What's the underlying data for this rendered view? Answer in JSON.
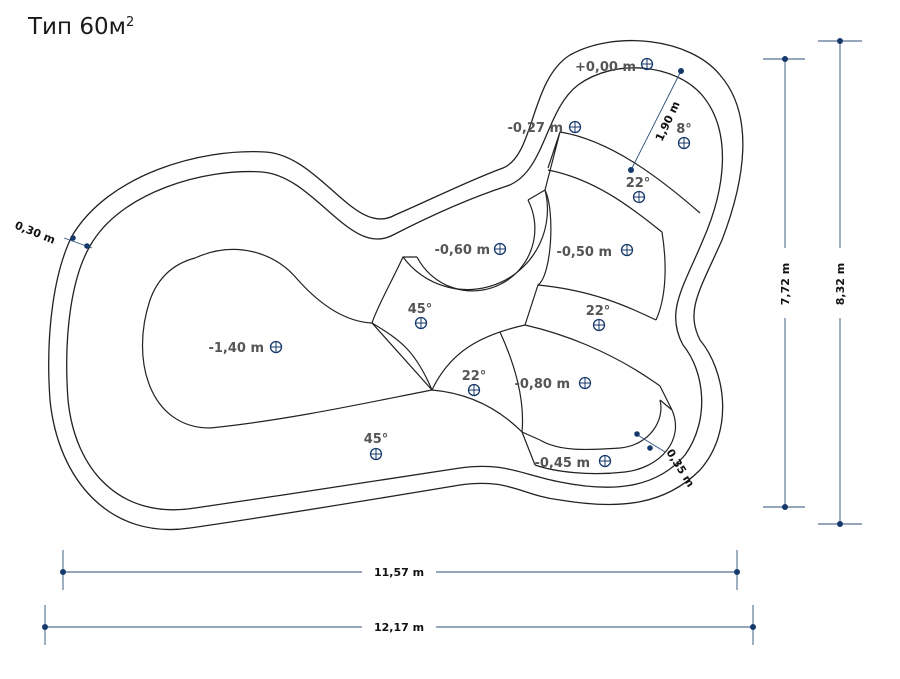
{
  "title": {
    "text": "Тип 60м",
    "sup": "2"
  },
  "depths": {
    "d_000": "+0,00 m",
    "d_027": "-0,27 m",
    "d_060": "-0,60 m",
    "d_050": "-0,50 m",
    "d_140": "-1,40 m",
    "d_080": "-0,80 m",
    "d_045": "-0,45 m"
  },
  "angles": {
    "a8": "8°",
    "a22_top": "22°",
    "a45_mid": "45°",
    "a22_right": "22°",
    "a22_mid": "22°",
    "a45_bottom": "45°"
  },
  "dimensions": {
    "inner_width": "11,57 m",
    "outer_width": "12,17 m",
    "inner_height": "7,72 m",
    "outer_height": "8,32 m",
    "wall_left": "0,30 m",
    "wall_right": "0,35 m",
    "radius": "1,90 m"
  },
  "colors": {
    "dimension": "#2c4f7a",
    "marker": "#16396b",
    "outline": "#222222",
    "label": "#555555"
  }
}
